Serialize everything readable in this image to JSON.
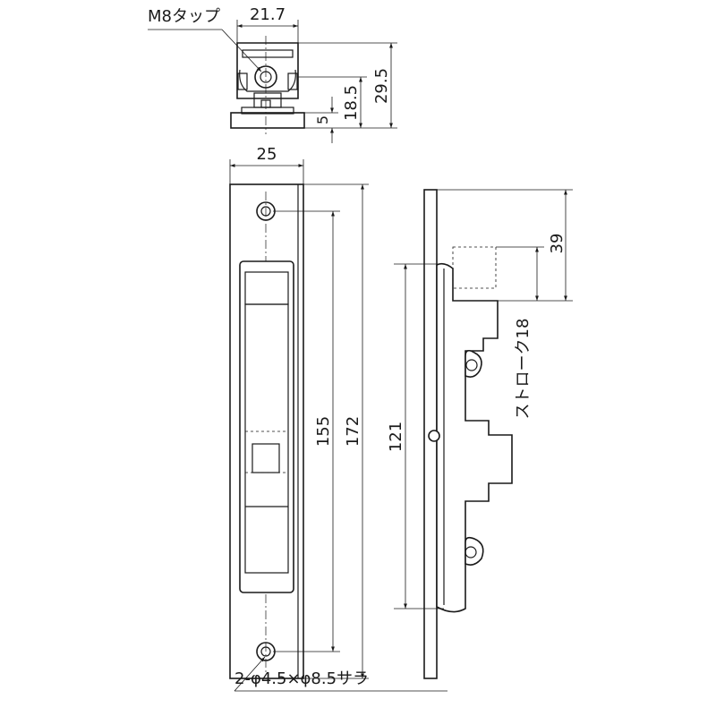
{
  "labels": {
    "tap": "M8タップ",
    "top_width": "21.7",
    "height_29_5": "29.5",
    "height_18_5": "18.5",
    "height_5": "5",
    "plate_width": "25",
    "pitch_155": "155",
    "length_172": "172",
    "side_121": "121",
    "side_39": "39",
    "stroke": "ストローク18",
    "holes": "2-φ4.5×φ8.5サラ"
  }
}
